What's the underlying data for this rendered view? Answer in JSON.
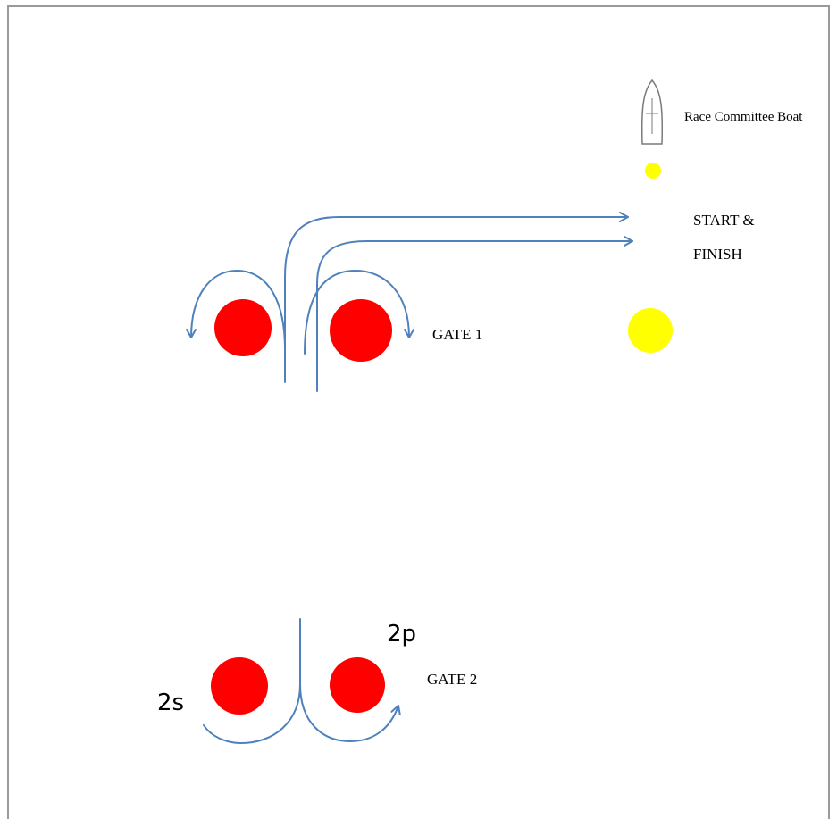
{
  "labels": {
    "committee_boat": "Race Committee Boat",
    "start_line_1": "START &",
    "start_line_2": "FINISH",
    "gate1": "GATE 1",
    "gate2": "GATE 2",
    "gate2_port": "2p",
    "gate2_starboard": "2s"
  },
  "colors": {
    "mark_red": "#ff0000",
    "mark_yellow": "#ffff00",
    "route_blue": "#4f81bd",
    "frame_gray": "#9a9a9a"
  }
}
